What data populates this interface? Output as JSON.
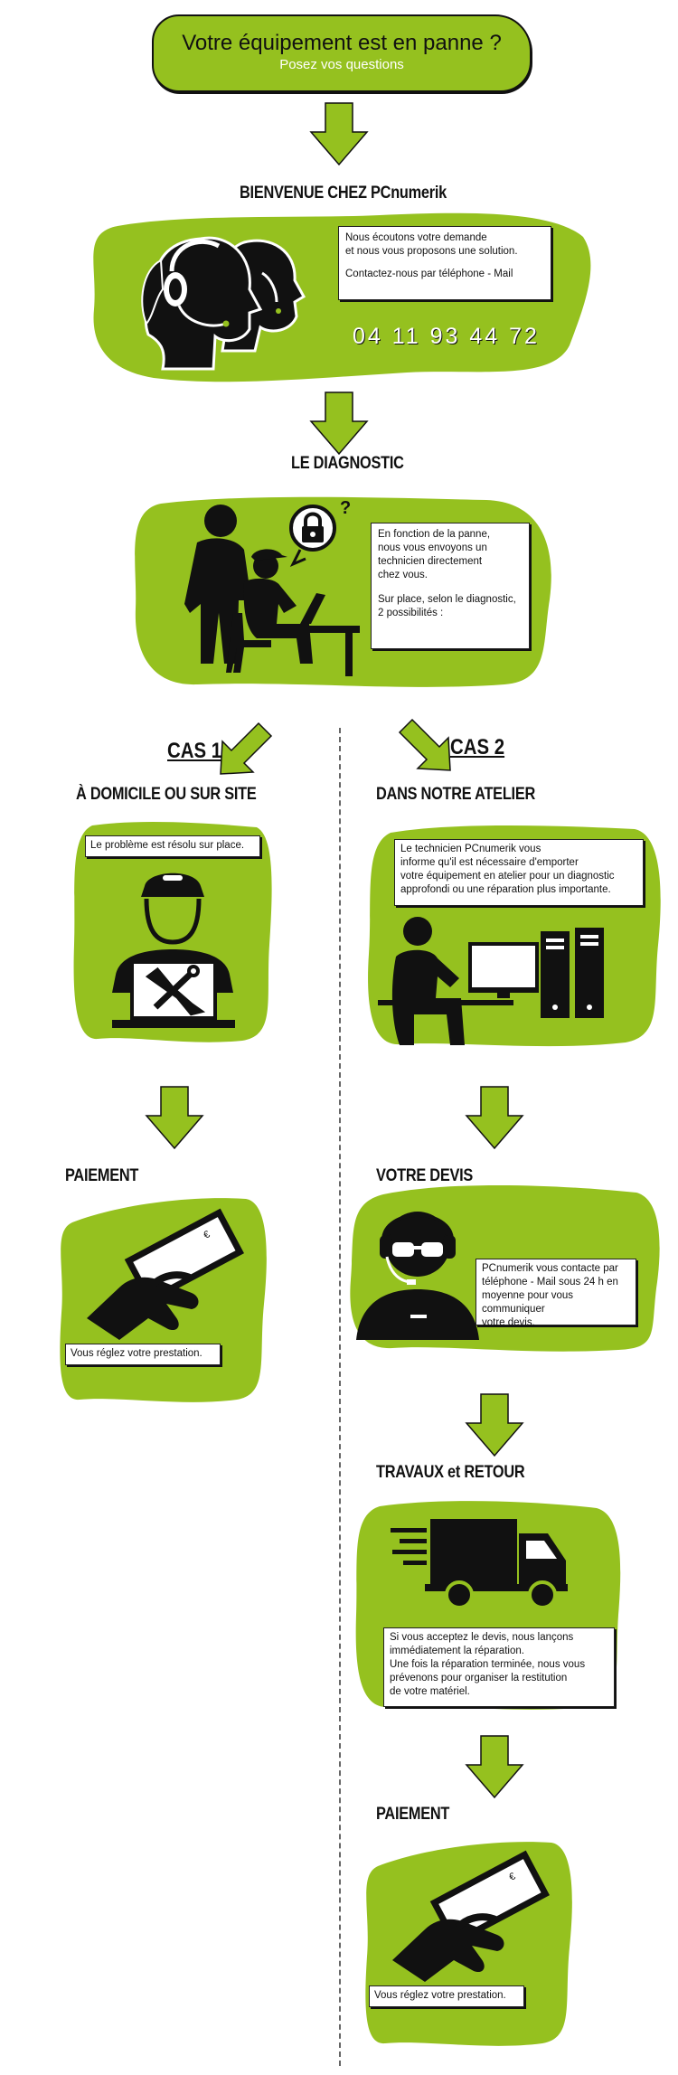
{
  "title": {
    "main": "Votre équipement est en panne ?",
    "sub": "Posez vos questions"
  },
  "welcome": {
    "heading": "BIENVENUE CHEZ PCnumerik",
    "line1": "Nous écoutons votre demande",
    "line2": "et nous vous proposons une solution.",
    "line3": "Contactez-nous par téléphone - Mail",
    "phone": "04 11 93 44 72"
  },
  "diagnostic": {
    "heading": "LE DIAGNOSTIC",
    "line1": "En fonction de la panne,",
    "line2": "nous vous envoyons un",
    "line3": "technicien directement",
    "line4": "chez vous.",
    "line5": "Sur place, selon le diagnostic,",
    "line6": "2 possibilités :"
  },
  "cas1": {
    "label": "CAS 1",
    "heading": "À DOMICILE OU SUR SITE",
    "text": "Le problème est résolu sur place.",
    "payment_heading": "PAIEMENT",
    "payment_text": "Vous réglez votre prestation."
  },
  "cas2": {
    "label": "CAS 2",
    "heading": "DANS NOTRE ATELIER",
    "atelier_line1": "Le technicien PCnumerik vous",
    "atelier_line2": "informe qu'il est nécessaire d'emporter",
    "atelier_line3": "votre équipement en atelier pour un diagnostic",
    "atelier_line4": "approfondi ou une réparation plus importante.",
    "devis_heading": "VOTRE DEVIS",
    "devis_line1": "PCnumerik vous contacte par",
    "devis_line2": "téléphone - Mail sous 24 h en",
    "devis_line3": "moyenne pour vous communiquer",
    "devis_line4": "votre devis.",
    "travaux_heading": "TRAVAUX et RETOUR",
    "travaux_line1": "Si vous acceptez le devis, nous lançons",
    "travaux_line2": "immédiatement la réparation.",
    "travaux_line3": "Une fois la réparation terminée, nous vous",
    "travaux_line4": "prévenons pour organiser la restitution",
    "travaux_line5": "de votre matériel.",
    "payment_heading": "PAIEMENT",
    "payment_text": "Vous réglez votre prestation."
  },
  "colors": {
    "accent": "#95c11f",
    "ink": "#111111"
  }
}
